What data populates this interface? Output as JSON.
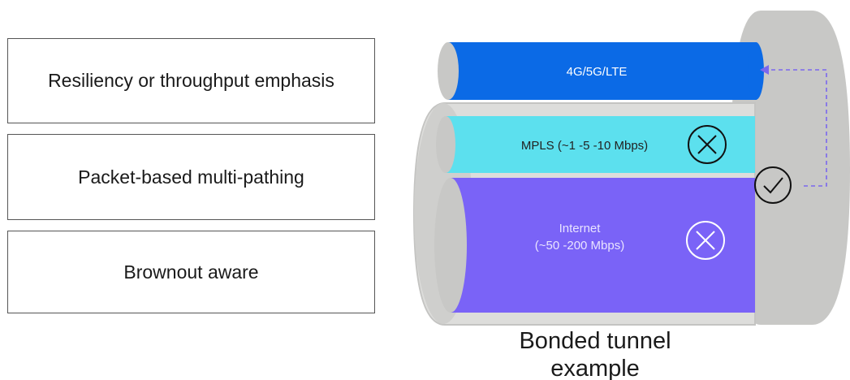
{
  "features": [
    "Resiliency or throughput emphasis",
    "Packet-based multi-pathing",
    "Brownout aware"
  ],
  "pipes": {
    "lte": "4G/5G/LTE",
    "mpls": "MPLS (~1 -5 -10 Mbps)",
    "internet_line1": "Internet",
    "internet_line2": "(~50 -200 Mbps)"
  },
  "caption": {
    "line1": "Bonded tunnel",
    "line2": "example"
  },
  "colors": {
    "lte": "#0b6ae6",
    "mpls": "#5ce0ee",
    "internet": "#7a63f7",
    "tunnel": "#c9c9c7",
    "tunnel_outer": "#e2e2e0",
    "failover_line": "#7b68ee"
  },
  "icons": {
    "mpls_status": "x-circle-icon",
    "internet_status": "x-circle-icon",
    "bond_status": "check-circle-icon",
    "failover": "dashed-arrow-icon"
  }
}
